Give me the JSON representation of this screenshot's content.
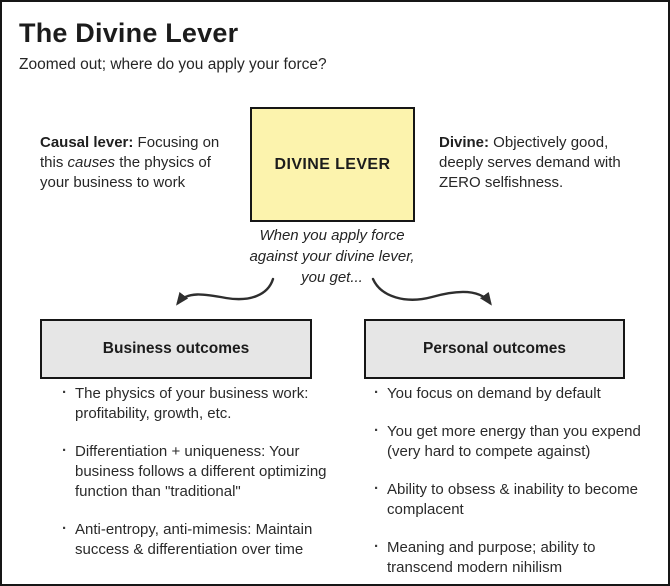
{
  "page": {
    "title": "The Divine Lever",
    "subtitle": "Zoomed out; where do you apply your force?"
  },
  "colors": {
    "lever_fill": "#FCF3AD",
    "outcome_fill": "#E6E6E6",
    "border": "#161616",
    "arrow": "#2E2E2E",
    "text": "#262626"
  },
  "lever_box": {
    "label": "DIVINE LEVER"
  },
  "causal_note": {
    "bold": "Causal lever:",
    "before_italic": " Focusing on this ",
    "italic": "causes",
    "after_italic": " the physics of your business to work"
  },
  "divine_note": {
    "bold": "Divine:",
    "text": " Objectively good, deeply serves demand with ZERO selfishness."
  },
  "caption": {
    "lines": [
      "When you apply force",
      "against your divine lever,",
      "you get..."
    ]
  },
  "business": {
    "heading": "Business outcomes",
    "items": [
      "The physics of your business work: profitability, growth, etc.",
      "Differentiation + uniqueness: Your business follows a different optimizing function than \"traditional\"",
      "Anti-entropy, anti-mimesis: Maintain success & differentiation over time"
    ]
  },
  "personal": {
    "heading": "Personal outcomes",
    "items": [
      "You focus on demand by default",
      "You get more energy than you expend (very hard to compete against)",
      "Ability to obsess & inability to become complacent",
      "Meaning and purpose; ability to transcend modern nihilism"
    ]
  }
}
